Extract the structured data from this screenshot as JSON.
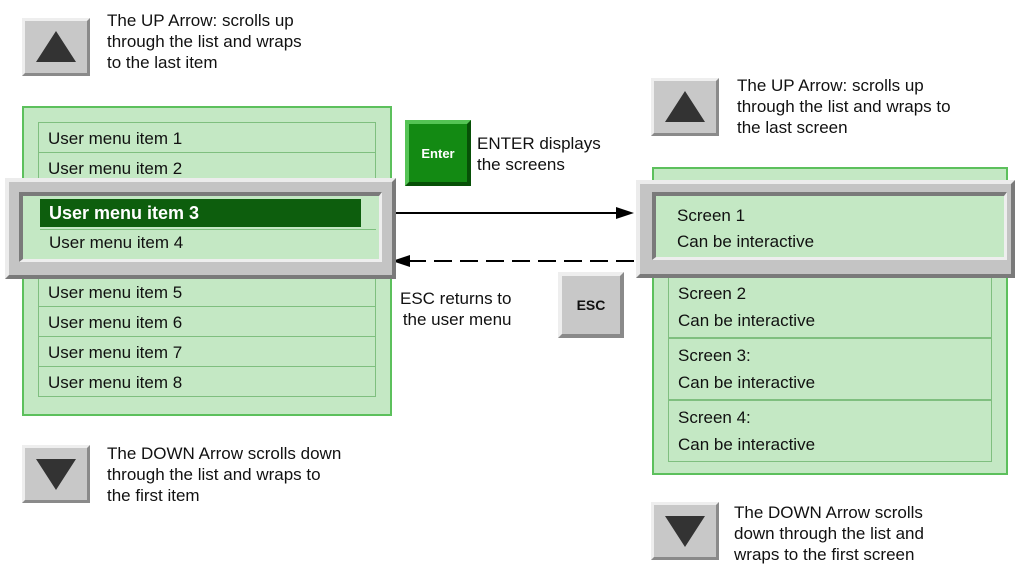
{
  "left": {
    "up_text": "The UP Arrow: scrolls up\nthrough the list and wraps\nto the last item",
    "down_text": "The DOWN Arrow scrolls down\nthrough the list and wraps to\nthe first item",
    "items": [
      "User menu item 1",
      "User menu item 2",
      "User menu item 3",
      "User menu item 4",
      "User menu item 5",
      "User menu item 6",
      "User menu item 7",
      "User menu item 8"
    ],
    "selected_index": 2
  },
  "middle": {
    "enter_label": "Enter",
    "enter_text": "ENTER displays\nthe screens",
    "esc_label": "ESC",
    "esc_text": "ESC returns to\nthe user menu"
  },
  "right": {
    "up_text": "The UP Arrow: scrolls up\nthrough the list and wraps to\nthe last screen",
    "down_text": "The DOWN Arrow scrolls\ndown through the list and\nwraps to the first screen",
    "screens": [
      {
        "title": "Screen 1",
        "subtitle": "Can be interactive"
      },
      {
        "title": "Screen 2",
        "subtitle": "Can be interactive"
      },
      {
        "title": "Screen 3:",
        "subtitle": "Can be interactive"
      },
      {
        "title": "Screen 4:",
        "subtitle": "Can be interactive"
      }
    ]
  },
  "colors": {
    "panel_fill": "#c4e8c4",
    "panel_border": "#5cc05c",
    "selected_fill": "#0d5e0d",
    "enter_key": "#138a13"
  },
  "icons": [
    "up-arrow-icon",
    "down-arrow-icon"
  ]
}
